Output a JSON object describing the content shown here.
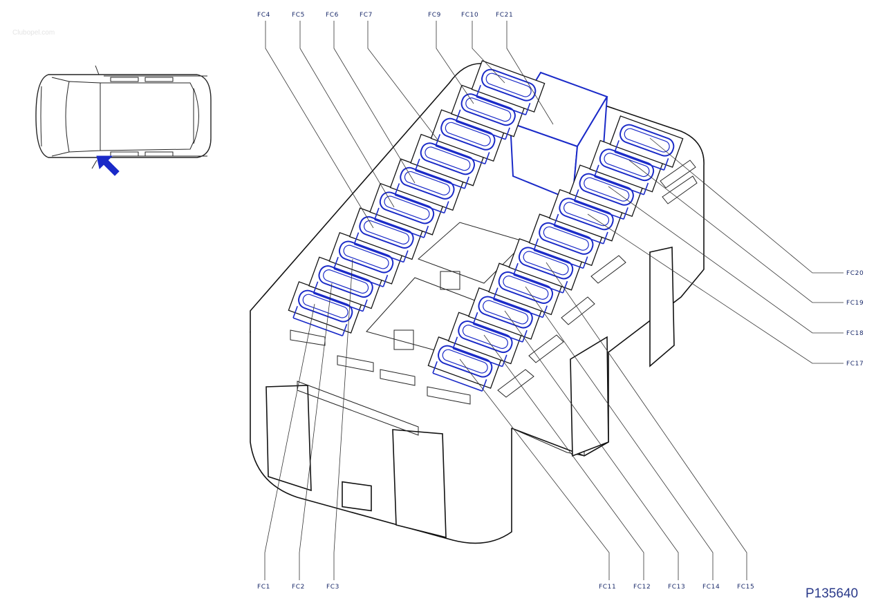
{
  "watermark": "Clubopel.com",
  "figure_code": "P135640",
  "labels_top": [
    "FC4",
    "FC5",
    "FC6",
    "FC7",
    "FC9",
    "FC10",
    "FC21"
  ],
  "labels_right": [
    "FC20",
    "FC19",
    "FC18",
    "FC17"
  ],
  "labels_bottom": [
    "FC1",
    "FC2",
    "FC3",
    "FC11",
    "FC12",
    "FC13",
    "FC14",
    "FC15"
  ],
  "colors": {
    "accent": "#1a2ac8",
    "label": "#1a2a6a",
    "line": "#333333"
  },
  "icons": {
    "vehicle": "car-top-view-icon",
    "pointer": "blue-arrow-icon"
  }
}
